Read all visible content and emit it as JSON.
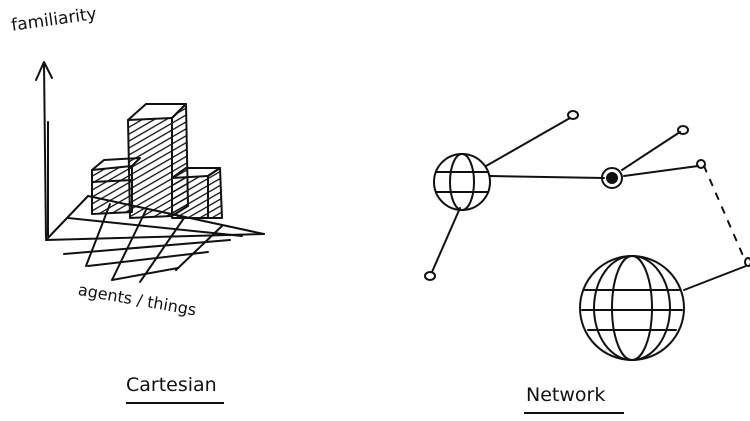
{
  "colors": {
    "ink": "#111111",
    "paper": "#ffffff"
  },
  "cartesian": {
    "y_axis_label": "familiarity",
    "x_axis_label": "agents / things",
    "caption": "Cartesian"
  },
  "network": {
    "caption": "Network"
  }
}
